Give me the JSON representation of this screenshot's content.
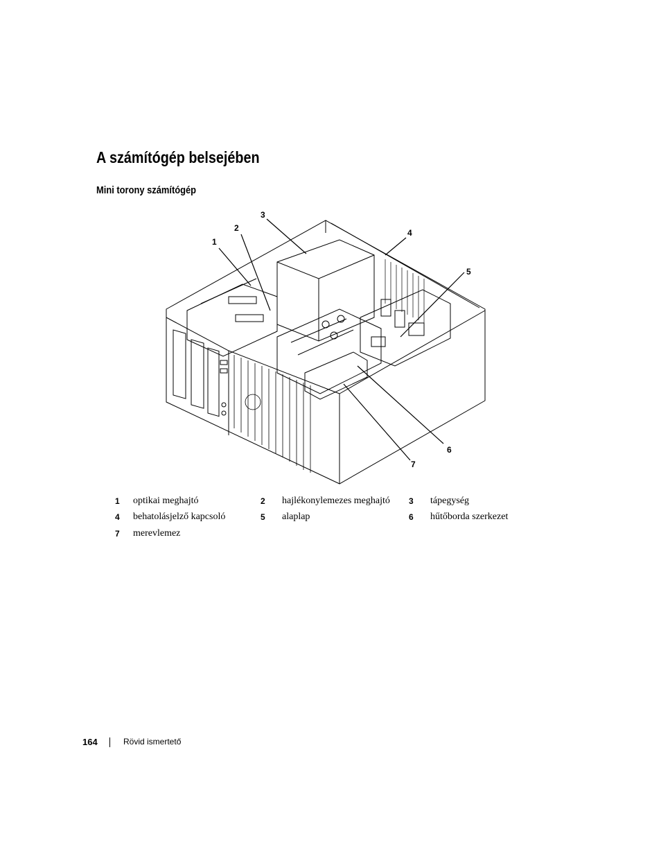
{
  "heading": "A számítógép belsejében",
  "subheading": "Mini torony számítógép",
  "figure": {
    "callouts": [
      "1",
      "2",
      "3",
      "4",
      "5",
      "6",
      "7"
    ]
  },
  "legend": [
    {
      "num": "1",
      "label": "optikai meghajtó"
    },
    {
      "num": "2",
      "label": "hajlékonylemezes meghajtó"
    },
    {
      "num": "3",
      "label": "tápegység"
    },
    {
      "num": "4",
      "label": "behatolásjelző kapcsoló"
    },
    {
      "num": "5",
      "label": "alaplap"
    },
    {
      "num": "6",
      "label": "hűtőborda szerkezet"
    },
    {
      "num": "7",
      "label": "merevlemez"
    }
  ],
  "footer": {
    "page_number": "164",
    "section": "Rövid ismertető"
  }
}
